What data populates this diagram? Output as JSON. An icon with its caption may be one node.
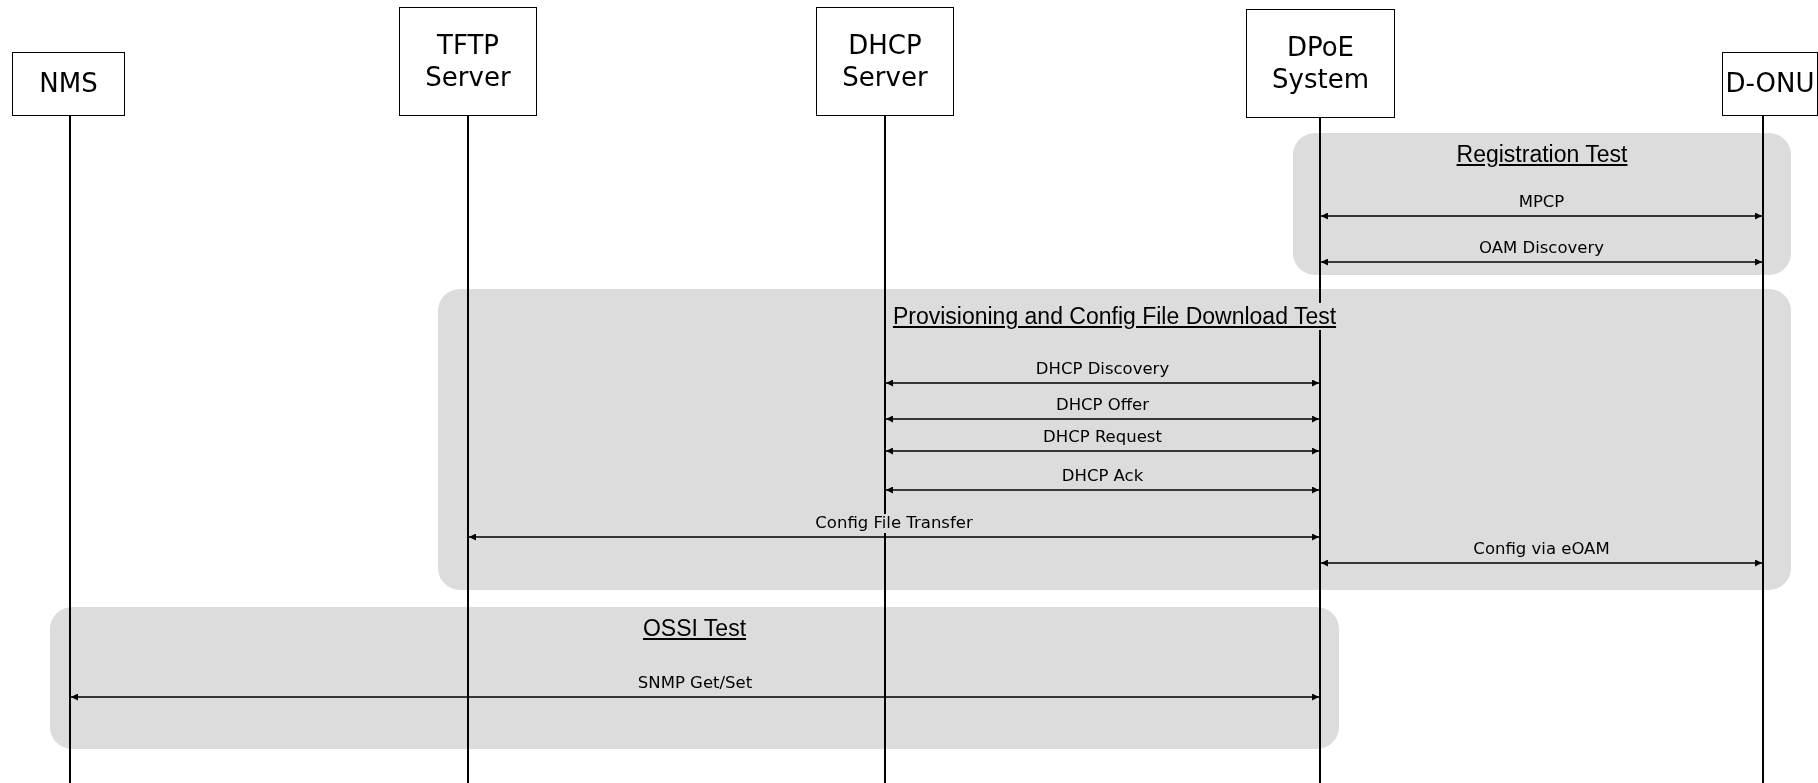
{
  "diagram": {
    "nodes": [
      {
        "text": [
          "NMS"
        ]
      },
      {
        "text": [
          "TFTP Server"
        ]
      },
      {
        "text": [
          "DHCP Server"
        ]
      },
      {
        "text": [
          "DPoE System"
        ]
      },
      {
        "text": [
          "D-ONU"
        ]
      },
      {
        "text": [
          "Registration Test"
        ]
      },
      {
        "text": [
          "Provisioning and Config File Download Test"
        ]
      },
      {
        "text": [
          "OSSI Test"
        ]
      },
      {
        "text": [],
        "shape": "bar"
      },
      {
        "text": [],
        "shape": "bar"
      },
      {
        "text": [],
        "shape": "bar"
      },
      {
        "text": [],
        "shape": "bar"
      },
      {
        "text": [],
        "shape": "bar"
      }
    ],
    "edges": [
      {
        "from": 11,
        "to": 12,
        "arrow": "both",
        "label": "MPCP"
      },
      {
        "from": 11,
        "to": 12,
        "arrow": "both",
        "label": "OAM Discovery"
      },
      {
        "from": 10,
        "to": 11,
        "arrow": "both",
        "label": "DHCP Discovery"
      },
      {
        "from": 10,
        "to": 11,
        "arrow": "both",
        "label": "DHCP Offer"
      },
      {
        "from": 10,
        "to": 11,
        "arrow": "both",
        "label": "DHCP Request"
      },
      {
        "from": 10,
        "to": 11,
        "arrow": "both",
        "label": "DHCP Ack"
      },
      {
        "from": 9,
        "to": 11,
        "arrow": "both",
        "label": "Config File Transfer"
      },
      {
        "from": 11,
        "to": 12,
        "arrow": "both",
        "label": "Config via eOAM"
      },
      {
        "from": 8,
        "to": 11,
        "arrow": "both",
        "label": "SNMP Get/Set"
      }
    ]
  }
}
